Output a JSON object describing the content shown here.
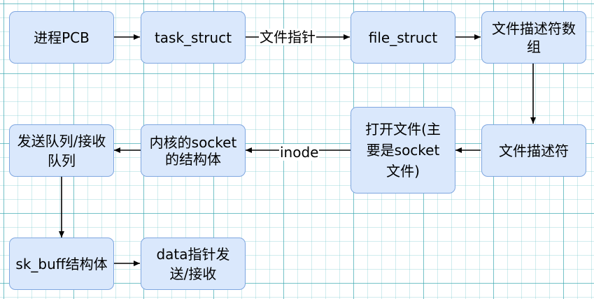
{
  "nodes": {
    "process_pcb": "进程PCB",
    "task_struct": "task_struct",
    "file_struct": "file_struct",
    "fd_array": "文件描述符数组",
    "fd": "文件描述符",
    "open_file": "打开文件(主要是socket文件)",
    "kernel_socket": "内核的socket的结构体",
    "send_recv_queue": "发送队列/接收队列",
    "sk_buff": "sk_buff结构体",
    "data_pointer": "data指针发送/接收"
  },
  "edge_labels": {
    "file_pointer": "文件指针",
    "inode": "inode"
  },
  "colors": {
    "node_fill": "#dae8fc",
    "node_border": "#7ea6e0",
    "edge": "#000000",
    "grid": "#2ba0aa"
  }
}
